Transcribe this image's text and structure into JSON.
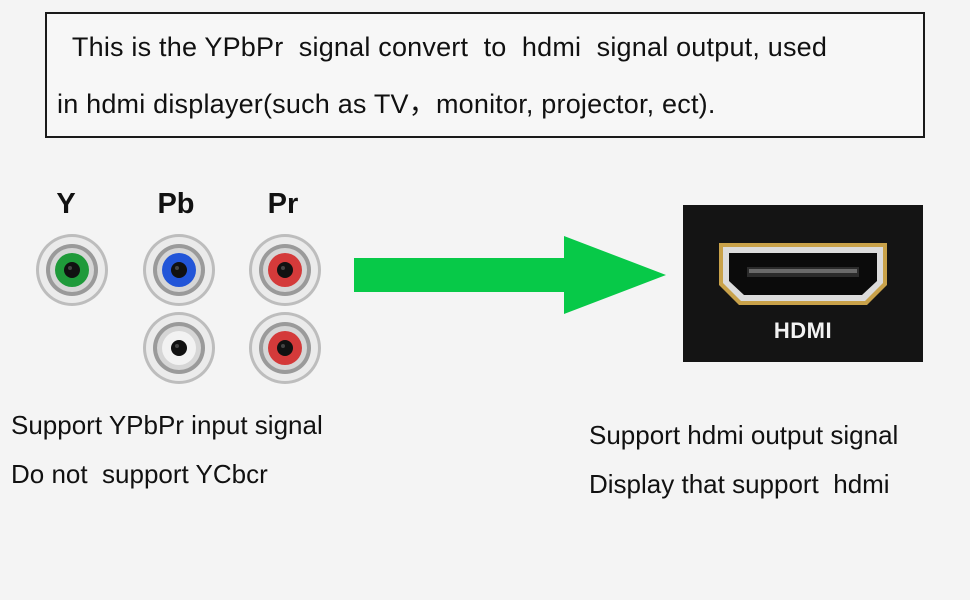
{
  "description": {
    "line1": "  This is the YPbPr  signal convert  to  hdmi  signal output, used",
    "line2": "in hdmi displayer(such as TV，monitor, projector, ect)."
  },
  "input_ports": {
    "labels": [
      "Y",
      "Pb",
      "Pr"
    ],
    "colors": {
      "y": "#1f9a3a",
      "pb": "#2255d8",
      "pr": "#d43a3a",
      "audio_left": "#f2f2f2",
      "audio_right": "#d43a3a"
    }
  },
  "arrow": {
    "color": "#07c948"
  },
  "output_port": {
    "label": "HDMI",
    "panel_color": "#141414",
    "trim_color": "#c9a24a"
  },
  "captions": {
    "input_line1": "Support YPbPr input signal",
    "input_line2": "Do not  support YCbcr",
    "output_line1": "Support hdmi output signal",
    "output_line2": "Display that support  hdmi"
  }
}
